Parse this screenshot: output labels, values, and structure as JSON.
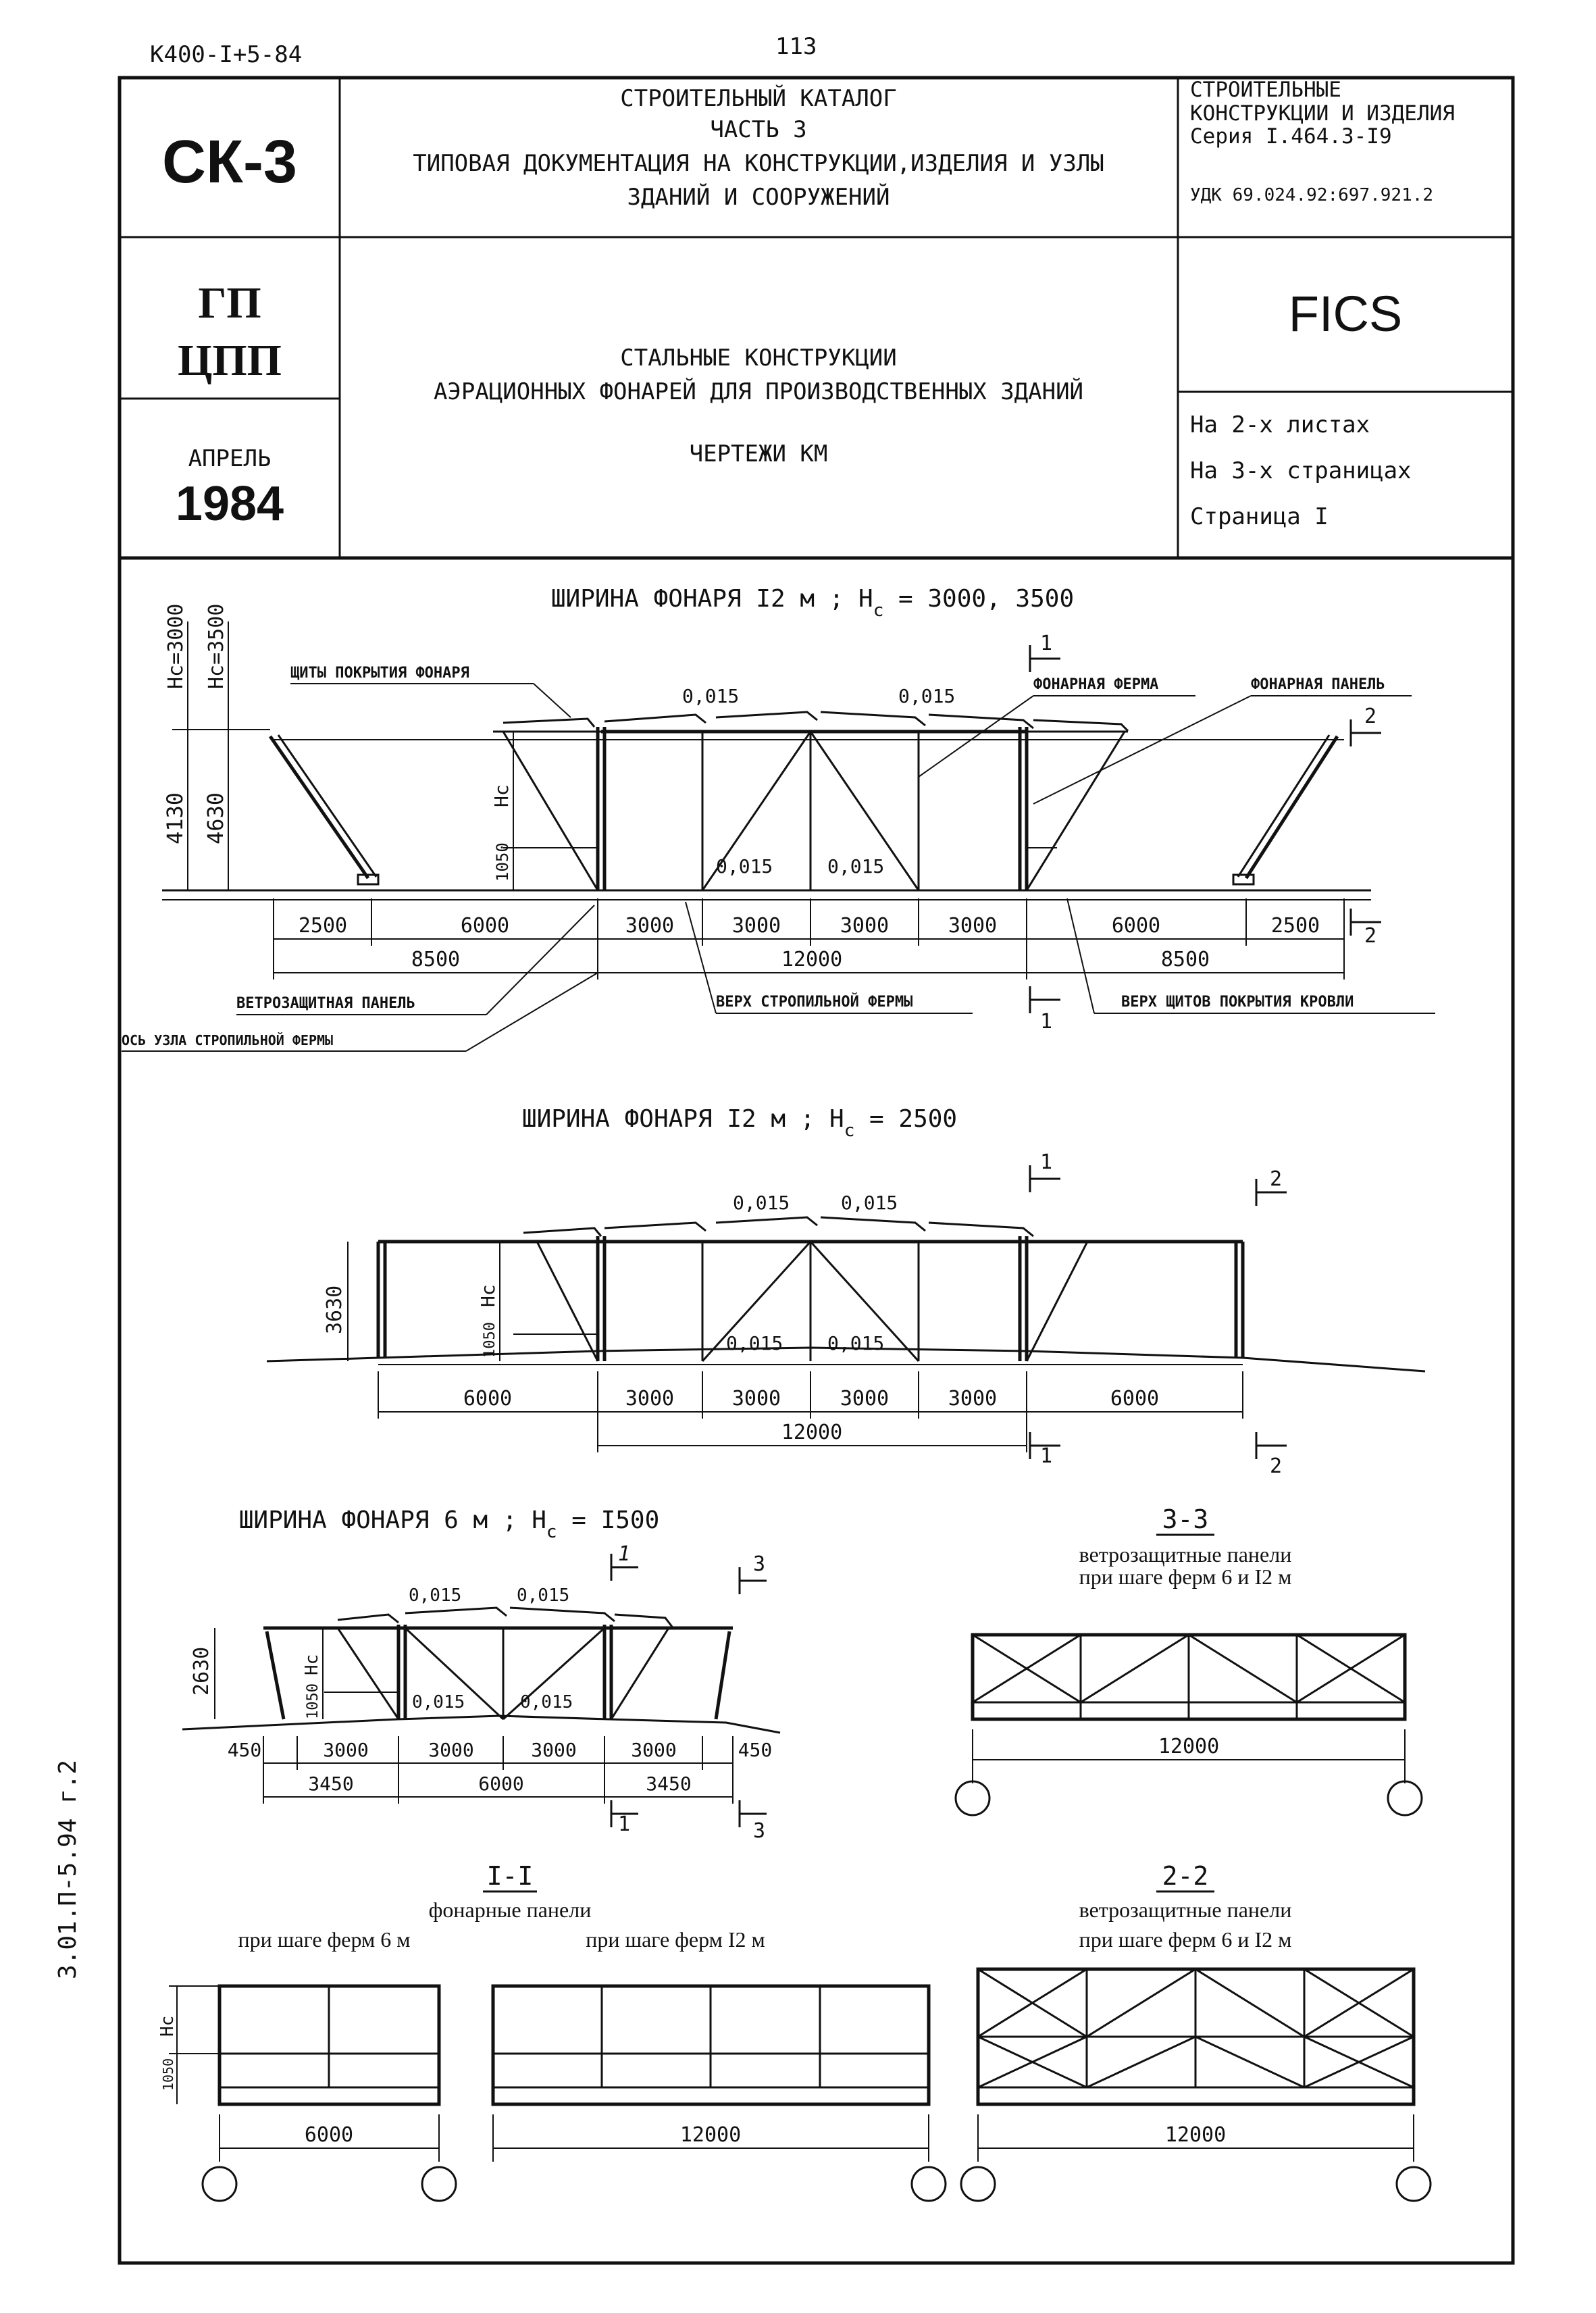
{
  "doc_code": "К400-I+5-84",
  "page_number": "113",
  "side_stamp": "3.01.П-5.94 г.2",
  "header": {
    "logo": "СК-3",
    "catalog": [
      "СТРОИТЕЛЬНЫЙ КАТАЛОГ",
      "ЧАСТЬ 3",
      "ТИПОВАЯ ДОКУМЕНТАЦИЯ НА КОНСТРУКЦИИ,ИЗДЕЛИЯ И УЗЛЫ",
      "ЗДАНИЙ И СООРУЖЕНИЙ"
    ],
    "right": [
      "СТРОИТЕЛЬНЫЕ",
      "КОНСТРУКЦИИ И ИЗДЕЛИЯ",
      "Серия I.464.3-I9"
    ],
    "udk": "УДК 69.024.92:697.921.2",
    "org": [
      "ГП",
      "ЦПП"
    ],
    "month": "АПРЕЛЬ",
    "year": "1984",
    "title": [
      "СТАЛЬНЫЕ КОНСТРУКЦИИ",
      "АЭРАЦИОННЫХ ФОНАРЕЙ ДЛЯ ПРОИЗВОДСТВЕННЫХ ЗДАНИЙ"
    ],
    "drawings": "ЧЕРТЕЖИ КМ",
    "code": "FICS",
    "sheets": [
      "На 2-х листах",
      "На 3-х страницах",
      "Страница I"
    ]
  },
  "fig1": {
    "title_pre": "ШИРИНА ФОНАРЯ I2 м ; Н",
    "title_sub": "с",
    "title_post": " = 3000, 3500",
    "hc_left": [
      "Нс=3000",
      "Нс=3500"
    ],
    "heights": [
      "4130",
      "4630",
      "1050"
    ],
    "hc": "Нс",
    "slopes": [
      "0,015",
      "0,015",
      "0,015",
      "0,015"
    ],
    "labels": {
      "shields": "ЩИТЫ ПОКРЫТИЯ ФОНАРЯ",
      "truss": "ФОНАРНАЯ ФЕРМА",
      "panel": "ФОНАРНАЯ ПАНЕЛЬ",
      "wind": "ВЕТРОЗАЩИТНАЯ ПАНЕЛЬ",
      "axis": "ОСЬ УЗЛА СТРОПИЛЬНОЙ ФЕРМЫ",
      "rafter_top": "ВЕРХ СТРОПИЛЬНОЙ ФЕРМЫ",
      "roof_top": "ВЕРХ ЩИТОВ ПОКРЫТИЯ КРОВЛИ"
    },
    "dims_row1": [
      "2500",
      "6000",
      "3000",
      "3000",
      "3000",
      "3000",
      "6000",
      "2500"
    ],
    "dims_row2": [
      "8500",
      "12000",
      "8500"
    ],
    "sections": [
      "1",
      "1",
      "2",
      "2"
    ]
  },
  "fig2": {
    "title_pre": "ШИРИНА ФОНАРЯ I2 м ; Н",
    "title_sub": "с",
    "title_post": " = 2500",
    "heights": [
      "3630",
      "1050"
    ],
    "hc": "Нс",
    "slopes": [
      "0,015",
      "0,015",
      "0,015",
      "0,015"
    ],
    "dims_row1": [
      "6000",
      "3000",
      "3000",
      "3000",
      "3000",
      "6000"
    ],
    "dims_row2": [
      "12000"
    ],
    "sections": [
      "1",
      "1",
      "2",
      "2"
    ]
  },
  "fig3": {
    "title_pre": "ШИРИНА ФОНАРЯ 6 м ; Н",
    "title_sub": "с",
    "title_post": " = I500",
    "heights": [
      "2630",
      "1050"
    ],
    "hc": "Нс",
    "slopes": [
      "0,015",
      "0,015",
      "0,015",
      "0,015"
    ],
    "dims_row1": [
      "450",
      "3000",
      "3000",
      "3000",
      "3000",
      "450"
    ],
    "dims_row2": [
      "3450",
      "6000",
      "3450"
    ],
    "sections": [
      "1",
      "1",
      "3",
      "3"
    ]
  },
  "sec33": {
    "mark": "3-3",
    "caption": [
      "ветрозащитные панели",
      "при шаге ферм 6 и I2 м"
    ],
    "dim": "12000"
  },
  "sec11": {
    "mark": "I-I",
    "caption": "фонарные панели",
    "sub_a": "при шаге ферм 6 м",
    "sub_b": "при шаге ферм I2 м",
    "heights": [
      "Нс",
      "1050"
    ],
    "dim_a": "6000",
    "dim_b": "12000"
  },
  "sec22": {
    "mark": "2-2",
    "caption": [
      "ветрозащитные панели",
      "при шаге ферм 6 и I2 м"
    ],
    "dim": "12000"
  }
}
